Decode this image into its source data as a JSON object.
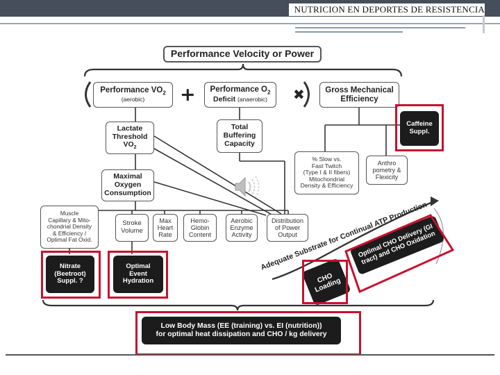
{
  "header": {
    "title": "NUTRICION EN DEPORTES DE RESISTENCIA"
  },
  "diagram": {
    "top": "Performance Velocity or Power",
    "vo2_label": "Performance VO",
    "vo2_sub": "2",
    "vo2_paren": "(aerobic)",
    "o2_label": "Performance O",
    "o2_sub": "2",
    "o2_line2": "Deficit",
    "o2_paren": "(anaerobic)",
    "efficiency": [
      "Gross Mechanical",
      "Efficiency"
    ],
    "plus": "+",
    "times": "✖",
    "lactate": [
      "Lactate",
      "Threshold",
      "VO"
    ],
    "lactate_sub": "2",
    "buffering": [
      "Total",
      "Buffering",
      "Capacity"
    ],
    "caffeine": [
      "Caffeine",
      "Suppl."
    ],
    "fibers": [
      "% Slow vs.",
      "Fast Twitch",
      "(Type I & II fibers)",
      "Mitochondrial",
      "Density & Efficiency"
    ],
    "anthro": [
      "Anthro",
      "pometry &",
      "Flexicity"
    ],
    "maximal": [
      "Maximal",
      "Oxygen",
      "Consumption"
    ],
    "muscle": [
      "Muscle",
      "Capillary & Mito-",
      "chondrial Density",
      "& Efficiency /",
      "Optimal Fat Oxid."
    ],
    "stroke": [
      "Stroke",
      "Volume"
    ],
    "max_hr": [
      "Max",
      "Heart",
      "Rate"
    ],
    "hemo": [
      "Hemo-",
      "Globin",
      "Content"
    ],
    "aerobic_enzyme": [
      "Aerobic",
      "Enzyme",
      "Activity"
    ],
    "distribution": [
      "Distribution",
      "of Power",
      "Output"
    ],
    "nitrate": [
      "Nitrate",
      "(Beetroot)",
      "Suppl. ?"
    ],
    "hydration": [
      "Optimal",
      "Event",
      "Hydration"
    ],
    "substrate": "Adequate Substrate for Continual ATP Production",
    "cho_loading": [
      "CHO",
      "Loading"
    ],
    "cho_delivery": [
      "Optimal CHO Delivery (GI",
      "tract) and CHO Oxidation"
    ],
    "bottom": [
      "Low Body Mass (EE (training) vs. EI (nutrition))",
      "for optimal heat dissipation and CHO / kg delivery"
    ]
  },
  "icons": {
    "speaker": "speaker-icon"
  },
  "colors": {
    "highlight": "#c8102e",
    "header": "#454e5a"
  }
}
